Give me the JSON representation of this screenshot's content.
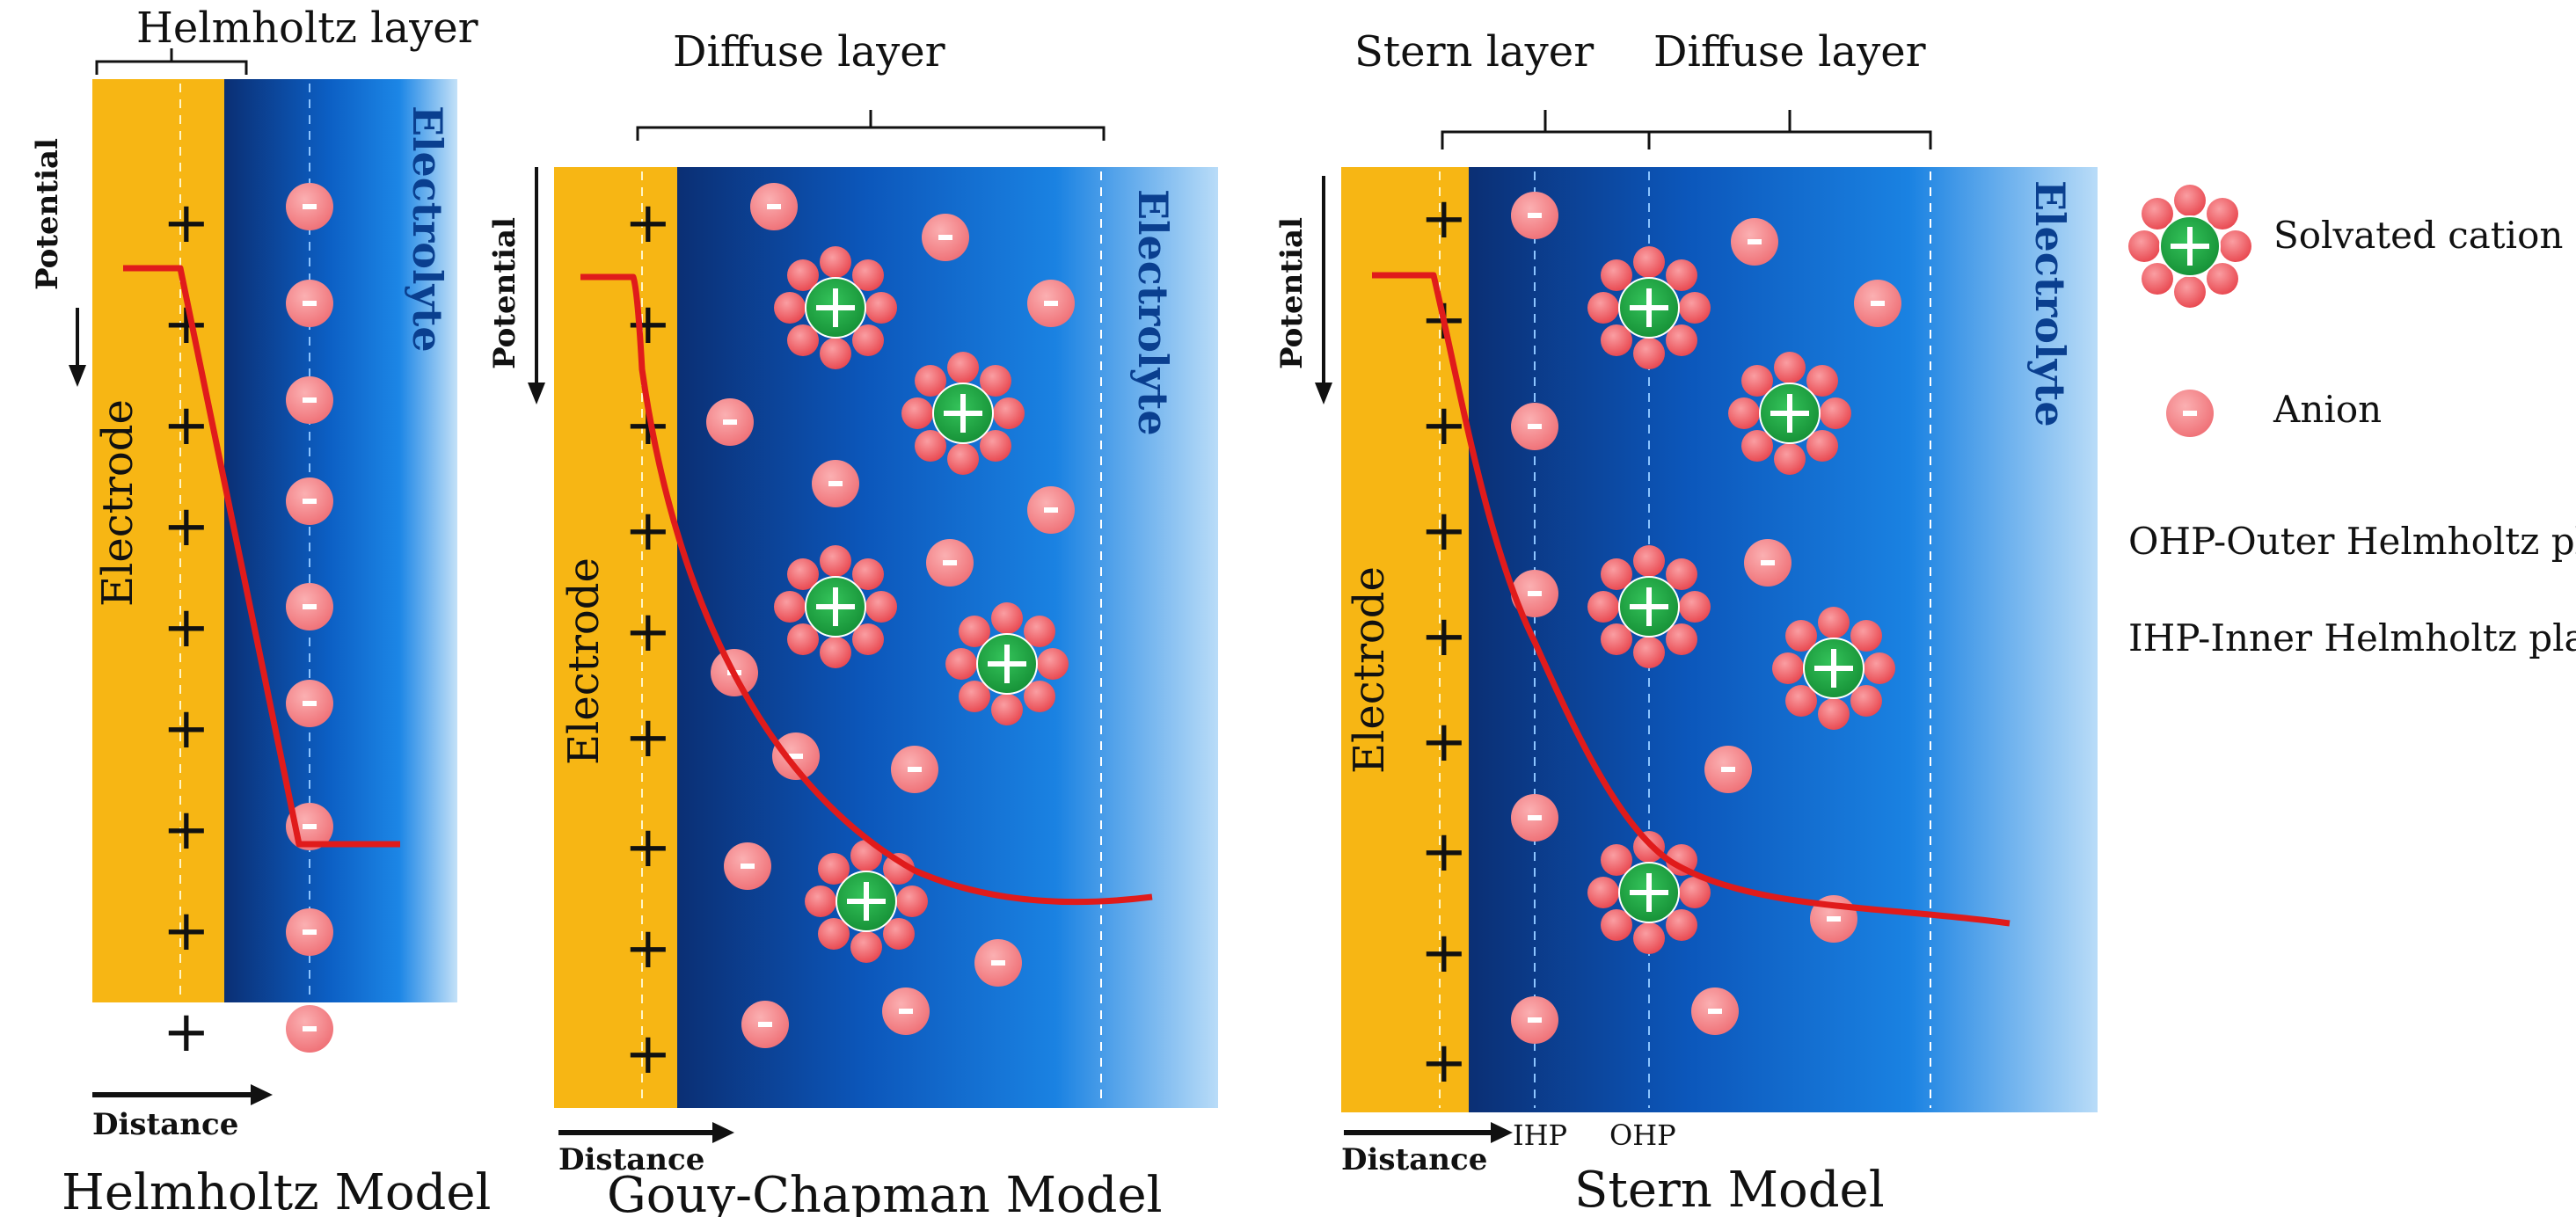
{
  "colors": {
    "electrode": "#f7b614",
    "electrolyte_dark": "#0b2f74",
    "electrolyte_mid": "#0f6fd6",
    "electrolyte_light": "#b9dcf8",
    "anion": "#f4868a",
    "cation": "#1da441",
    "potential_curve": "#e01b1b"
  },
  "panels": {
    "helmholtz": {
      "bracket_label": "Helmholtz layer",
      "electrode_label": "Electrode",
      "electrolyte_label": "Electrolyte",
      "potential_label": "Potential",
      "distance_label": "Distance",
      "model_title": "Helmholtz Model",
      "plus_sign": "+",
      "anion_sign": "-"
    },
    "gouy_chapman": {
      "bracket_label": "Diffuse layer",
      "electrode_label": "Electrode",
      "electrolyte_label": "Electrolyte",
      "potential_label": "Potential",
      "distance_label": "Distance",
      "model_title": "Gouy-Chapman Model"
    },
    "stern": {
      "bracket_label_left": "Stern layer",
      "bracket_label_right": "Diffuse layer",
      "electrode_label": "Electrode",
      "electrolyte_label": "Electrolyte",
      "potential_label": "Potential",
      "distance_label": "Distance",
      "ihp_label": "IHP",
      "ohp_label": "OHP",
      "model_title": "Stern Model"
    }
  },
  "legend": {
    "solvated_cation": "Solvated cation",
    "anion": "Anion",
    "ohp": "OHP-Outer Helmholtz plane",
    "ihp": "IHP-Inner Helmholtz plane"
  }
}
